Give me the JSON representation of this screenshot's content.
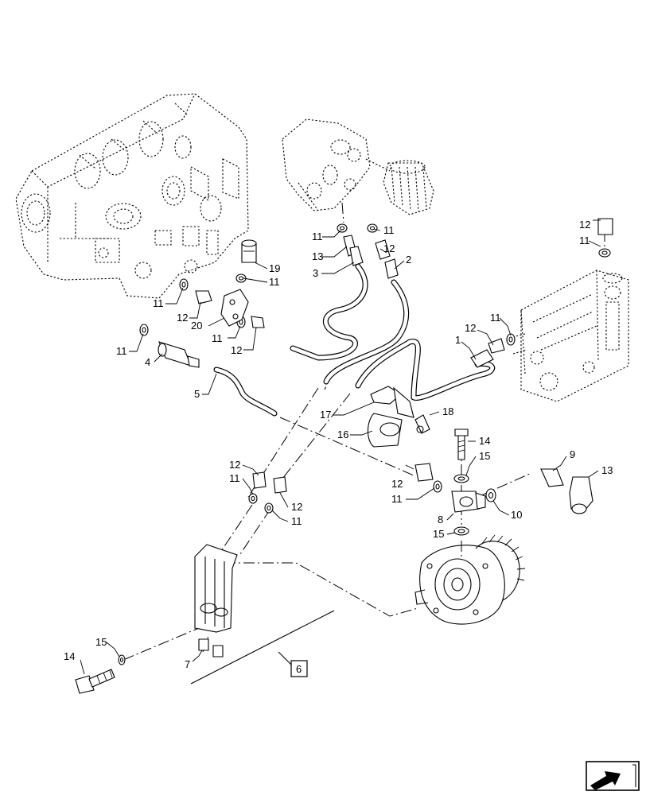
{
  "diagram": {
    "callouts": {
      "c1": "1",
      "c2": "2",
      "c3": "3",
      "c4": "4",
      "c5": "5",
      "c6": "6",
      "c7": "7",
      "c8": "8",
      "c9": "9",
      "c10": "10",
      "c11a": "11",
      "c11b": "11",
      "c11c": "11",
      "c11d": "11",
      "c11e": "11",
      "c11f": "11",
      "c11g": "11",
      "c11h": "11",
      "c11i": "11",
      "c11j": "11",
      "c11k": "11",
      "c12a": "12",
      "c12b": "12",
      "c12c": "12",
      "c12d": "12",
      "c12e": "12",
      "c12f": "12",
      "c12g": "12",
      "c12h": "12",
      "c13a": "13",
      "c13b": "13",
      "c14a": "14",
      "c14b": "14",
      "c15a": "15",
      "c15b": "15",
      "c15c": "15",
      "c16": "16",
      "c17": "17",
      "c18": "18",
      "c19": "19",
      "c20": "20"
    },
    "nav_icon": "next-page-arrow-icon"
  }
}
